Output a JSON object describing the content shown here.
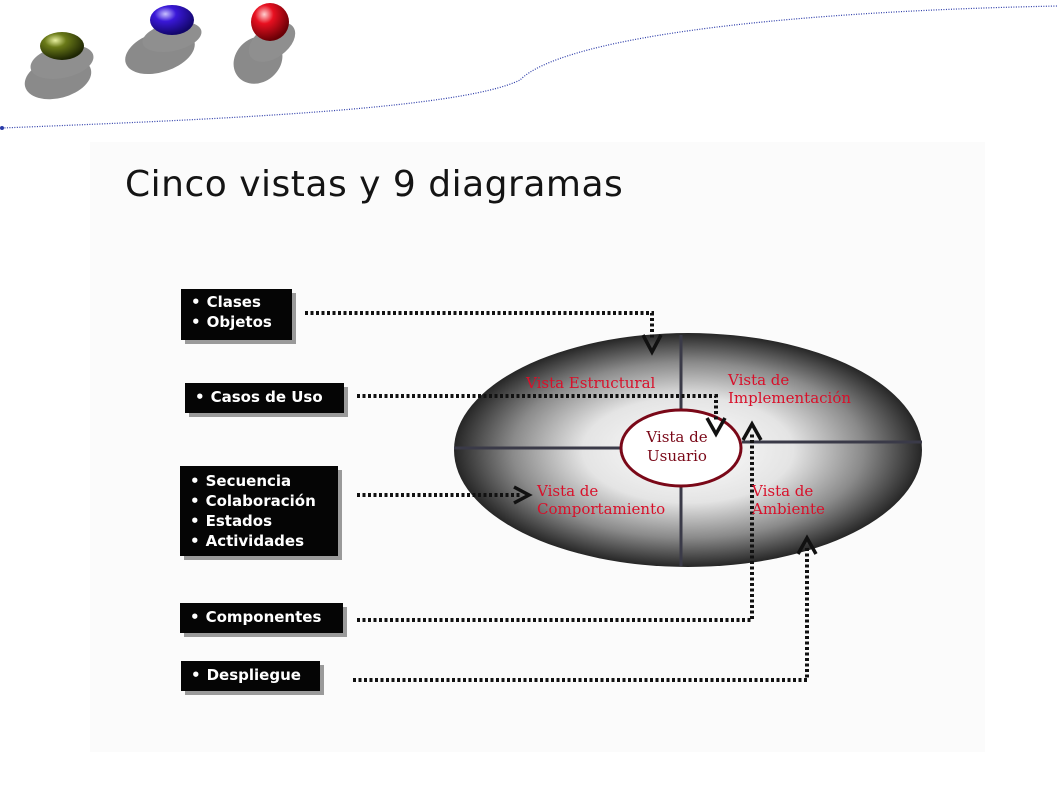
{
  "slide": {
    "title": "Cinco vistas y 9 diagramas"
  },
  "boxes": {
    "b1": {
      "items": [
        "Clases",
        "Objetos"
      ]
    },
    "b2": {
      "items": [
        "Casos de Uso"
      ]
    },
    "b3": {
      "items": [
        "Secuencia",
        "Colaboración",
        "Estados",
        "Actividades"
      ]
    },
    "b4": {
      "items": [
        "Componentes"
      ]
    },
    "b5": {
      "items": [
        "Despliegue"
      ]
    }
  },
  "views": {
    "structural": {
      "line1": "Vista Estructural"
    },
    "implementation": {
      "line1": "Vista de",
      "line2": "Implementación"
    },
    "user": {
      "line1": "Vista de",
      "line2": "Usuario"
    },
    "behavior": {
      "line1": "Vista de",
      "line2": "Comportamiento"
    },
    "environment": {
      "line1": "Vista de",
      "line2": "Ambiente"
    }
  },
  "colors": {
    "view_label": "#d8102a",
    "box_bg": "#050505",
    "connector": "#111111",
    "sphere_green": "#4a5a10",
    "sphere_blue": "#2a10c0",
    "sphere_red": "#e00010"
  }
}
